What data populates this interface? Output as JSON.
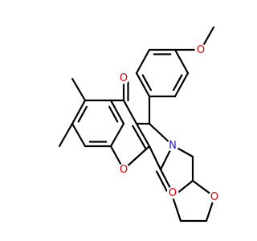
{
  "colors": {
    "background": "#ffffff",
    "bond": "#000000",
    "oxygen": "#e00000",
    "nitrogen": "#2020e0"
  },
  "atoms": {
    "o_methoxy": "O",
    "o_ketone": "O",
    "n_ring": "N",
    "o_pyran": "O",
    "o_lactam": "O",
    "o_thf": "O"
  }
}
